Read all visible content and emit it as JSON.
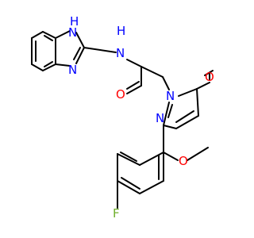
{
  "colors": {
    "bond": "#000000",
    "nitrogen": "#0000ff",
    "oxygen": "#ff0000",
    "fluorine": "#6fae2b",
    "background": "#ffffff"
  },
  "atoms": {
    "nh_ring": "N",
    "nh_ring_h": "H",
    "n_ring": "N",
    "nh_amide": "N",
    "nh_amide_h": "H",
    "o_amide": "O",
    "n1_pyridazinone": "N",
    "n2_pyridazinone": "N",
    "o_ketone": "O",
    "o_methoxy": "O",
    "f_atom": "F"
  }
}
